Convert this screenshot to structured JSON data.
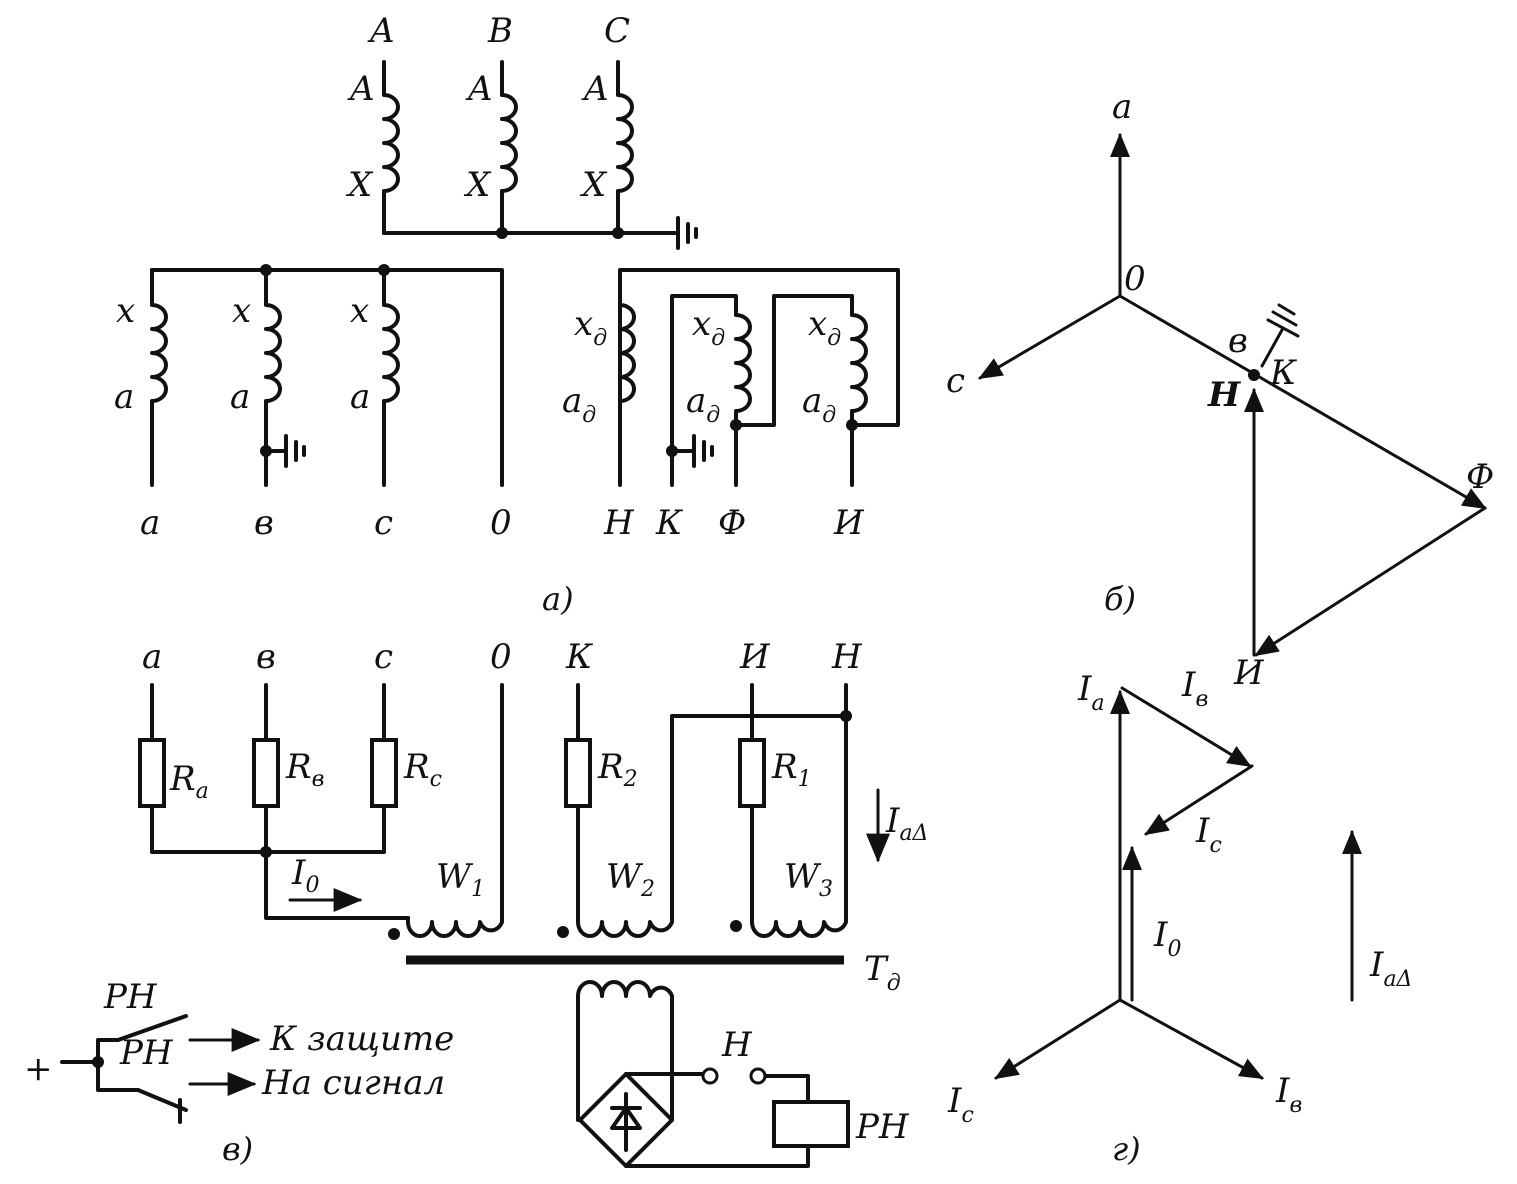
{
  "primary": {
    "phase_labels": [
      "A",
      "B",
      "C"
    ],
    "start_label": "A",
    "end_label": "X"
  },
  "secondary": {
    "winding_start": "x",
    "winding_end": "a",
    "terminals": [
      "a",
      "в",
      "c",
      "0"
    ],
    "delta_start": "x",
    "delta_sub": "д",
    "delta_end": "a",
    "delta_terminals": [
      "Н",
      "К",
      "Ф",
      "И"
    ]
  },
  "captions": {
    "a": "а)",
    "b": "б)",
    "v": "в)",
    "g": "г)"
  },
  "vector_b": {
    "a": "а",
    "o": "0",
    "c": "c",
    "v": "в",
    "k": "К",
    "n_bold": "Н",
    "f": "Ф",
    "i": "И"
  },
  "circuit_v": {
    "top_terminals": [
      "а",
      "в",
      "с",
      "0",
      "К",
      "И",
      "Н"
    ],
    "resistors": [
      {
        "main": "R",
        "sub": "a"
      },
      {
        "main": "R",
        "sub": "в"
      },
      {
        "main": "R",
        "sub": "c"
      },
      {
        "main": "R",
        "sub": "2"
      },
      {
        "main": "R",
        "sub": "1"
      }
    ],
    "current_i0": {
      "main": "I",
      "sub": "0"
    },
    "windings": [
      {
        "main": "W",
        "sub": "1"
      },
      {
        "main": "W",
        "sub": "2"
      },
      {
        "main": "W",
        "sub": "3"
      }
    ],
    "iad": {
      "main": "I",
      "sub": "aΔ"
    },
    "transformer": {
      "main": "Т",
      "sub": "д"
    },
    "relay_label": "РН",
    "indicator_label": "Н",
    "plus": "+",
    "to_protection": "К защите",
    "to_signal": "На сигнал"
  },
  "vector_g": {
    "ia": {
      "main": "I",
      "sub": "a"
    },
    "ib": {
      "main": "I",
      "sub": "в"
    },
    "ic": {
      "main": "I",
      "sub": "c"
    },
    "i0": {
      "main": "I",
      "sub": "0"
    },
    "ic_bottom": {
      "main": "I",
      "sub": "c"
    },
    "ib_bottom": {
      "main": "I",
      "sub": "в"
    },
    "iad": {
      "main": "I",
      "sub": "aΔ"
    }
  }
}
